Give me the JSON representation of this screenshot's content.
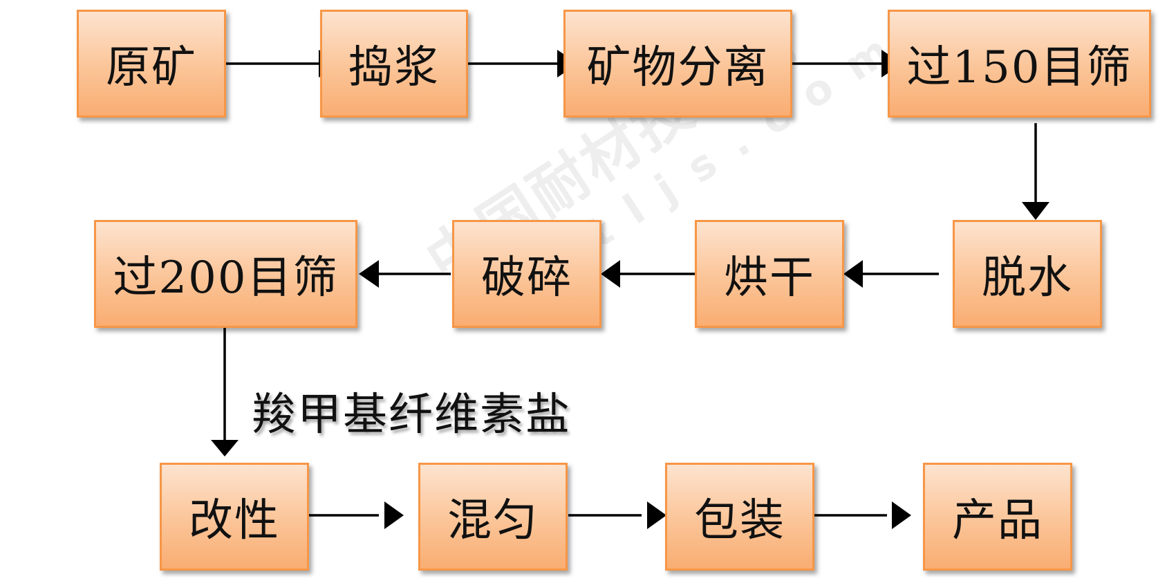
{
  "nodes": {
    "raw_ore": "原矿",
    "pulping": "捣浆",
    "mineral_separation": "矿物分离",
    "sieve_150": "过150目筛",
    "dewatering": "脱水",
    "drying": "烘干",
    "crushing": "破碎",
    "sieve_200": "过200目筛",
    "modification": "改性",
    "mixing": "混匀",
    "packaging": "包装",
    "product": "产品"
  },
  "edge_label": "羧甲基纤维素盐",
  "watermark": {
    "main": "中国耐材技术网",
    "sub": "cntljs.com"
  },
  "colors": {
    "node_border": "#f79646",
    "node_fill_top": "#fde3cf",
    "node_fill_bottom": "#f9ad72",
    "arrow": "#000000"
  }
}
